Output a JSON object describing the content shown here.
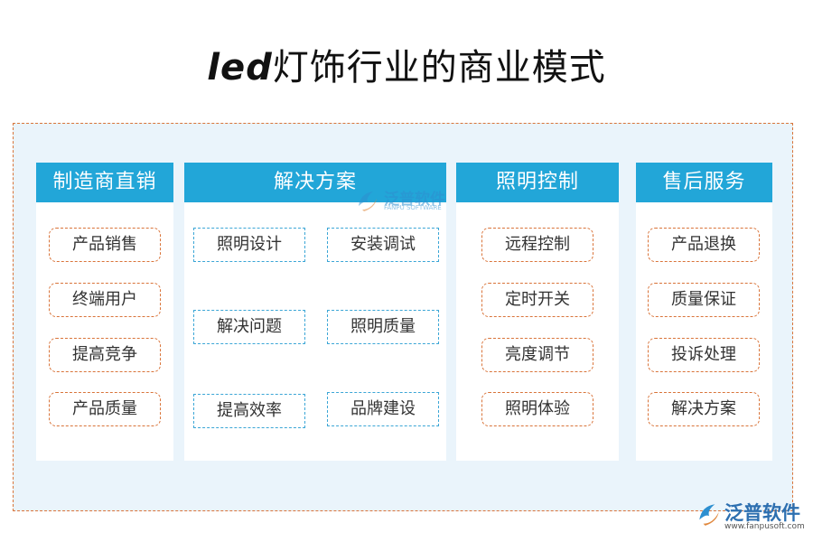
{
  "title_latin": "led",
  "title_cn": "灯饰行业的商业模式",
  "columns": [
    {
      "header": "制造商直销",
      "items": [
        "产品销售",
        "终端用户",
        "提高竞争",
        "产品质量"
      ]
    },
    {
      "header": "解决方案",
      "items": [
        "照明设计",
        "安装调试",
        "解决问题",
        "照明质量",
        "提高效率",
        "品牌建设"
      ]
    },
    {
      "header": "照明控制",
      "items": [
        "远程控制",
        "定时开关",
        "亮度调节",
        "照明体验"
      ]
    },
    {
      "header": "售后服务",
      "items": [
        "产品退换",
        "质量保证",
        "投诉处理",
        "解决方案"
      ]
    }
  ],
  "watermark": {
    "center_name": "泛普软件",
    "center_sub": "FANPU SOFTWARE",
    "corner_name": "泛普软件",
    "corner_url": "www.fanpusoft.com"
  },
  "colors": {
    "header_bg": "#22a6d8",
    "dashed_orange": "#d9743a",
    "dashed_blue": "#3ba6d6",
    "panel_bg": "#eaf4fb"
  }
}
